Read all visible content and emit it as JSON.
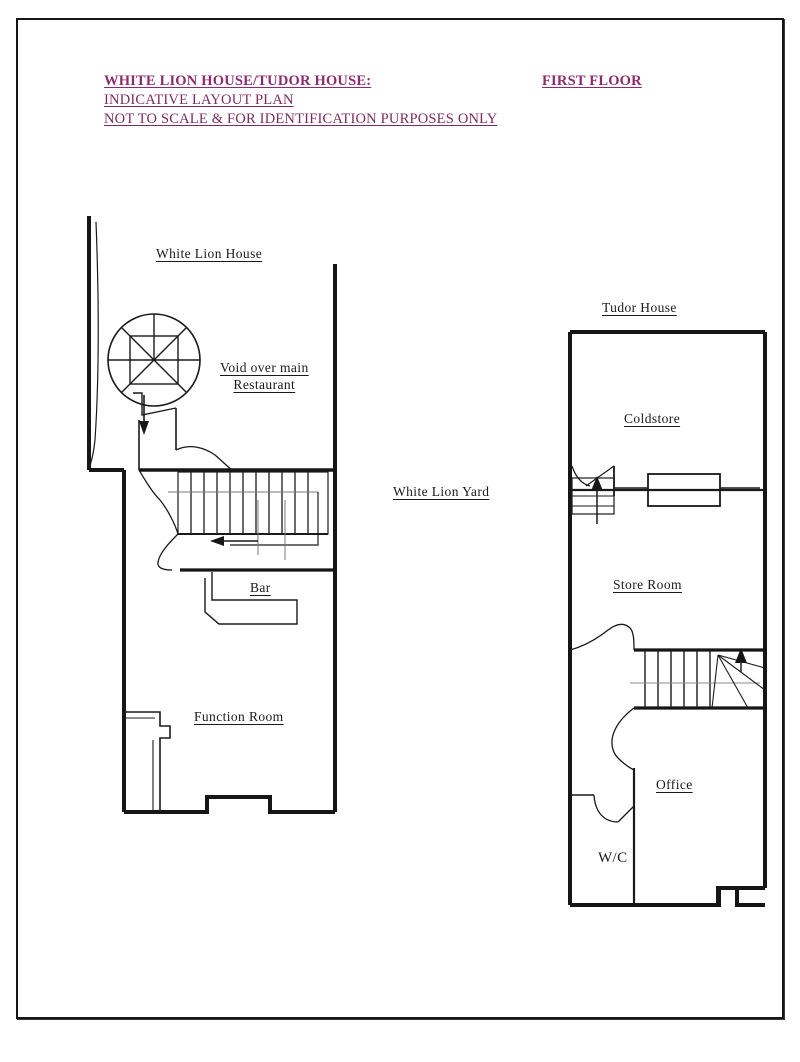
{
  "document": {
    "frame_color": "#161616",
    "background": "#ffffff"
  },
  "header": {
    "title": "WHITE LION HOUSE/TUDOR HOUSE:",
    "subtitle_line1": "INDICATIVE LAYOUT PLAN",
    "subtitle_line2": "NOT TO SCALE & FOR IDENTIFICATION PURPOSES ONLY",
    "floor": "FIRST FLOOR",
    "accent_color": "#8e2b6e"
  },
  "plan": {
    "line_color": "#161616",
    "buildings": [
      {
        "name": "White Lion House",
        "label": "White Lion House",
        "rooms": [
          {
            "label": "Void over main",
            "label2": "Restaurant"
          },
          {
            "label": "Bar"
          },
          {
            "label": "Function Room"
          }
        ],
        "features": [
          "spiral-staircase",
          "straight-staircase",
          "bar-counter",
          "down-arrow",
          "left-arrow"
        ]
      },
      {
        "name": "Tudor House",
        "label": "Tudor House",
        "rooms": [
          {
            "label": "Coldstore"
          },
          {
            "label": "Store Room"
          },
          {
            "label": "Office"
          },
          {
            "label": "W/C"
          }
        ],
        "features": [
          "straight-staircase",
          "up-arrow",
          "duct-rectangle"
        ]
      }
    ],
    "yard": {
      "label": "White Lion Yard"
    }
  },
  "labels": {
    "white_lion_house": "White Lion House",
    "void_over_main": "Void over main",
    "restaurant": "Restaurant",
    "bar": "Bar",
    "function_room": "Function Room",
    "white_lion_yard": "White Lion Yard",
    "tudor_house": "Tudor House",
    "coldstore": "Coldstore",
    "store_room": "Store Room",
    "office": "Office",
    "wc": "W/C"
  }
}
